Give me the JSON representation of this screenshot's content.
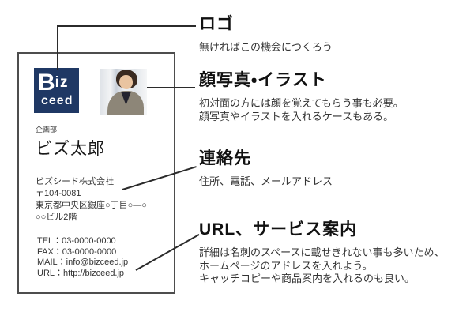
{
  "card": {
    "logo": {
      "text_big": "B",
      "text_small": "iz",
      "text_bottom": "ceed",
      "bg_color": "#1f3864"
    },
    "department": "企画部",
    "name": "ビズ太郎",
    "company": "ビズシード株式会社",
    "postal_code": "〒104-0081",
    "address_line1": "東京都中央区銀座○丁目○―○",
    "address_line2": "○○ビル2階",
    "tel": "TEL：03-0000-0000",
    "fax": "FAX：03-0000-0000",
    "mail": "MAIL：info@bizceed.jp",
    "url": "URL：http://bizceed.jp",
    "photo_desc": "portrait-photo-of-man-in-gray-jacket"
  },
  "annotations": [
    {
      "title": "ロゴ",
      "lines": [
        "無ければこの機会につくろう"
      ]
    },
    {
      "title": "顔写真・イラスト",
      "lines": [
        "初対面の方には顔を覚えてもらう事も必要。",
        "顔写真やイラストを入れるケースもある。"
      ]
    },
    {
      "title": "連絡先",
      "lines": [
        "住所、電話、メールアドレス"
      ]
    },
    {
      "title": "URL、サービス案内",
      "lines": [
        "詳細は名刺のスペースに載せきれない事も多いため、",
        "ホームページのアドレスを入れよう。",
        "キャッチコピーや商品案内を入れるのも良い。"
      ]
    }
  ],
  "colors": {
    "logo_bg": "#1f3864",
    "card_border": "#4d4d4d",
    "connector_line": "#2b2b2b",
    "body_text": "#333333"
  }
}
